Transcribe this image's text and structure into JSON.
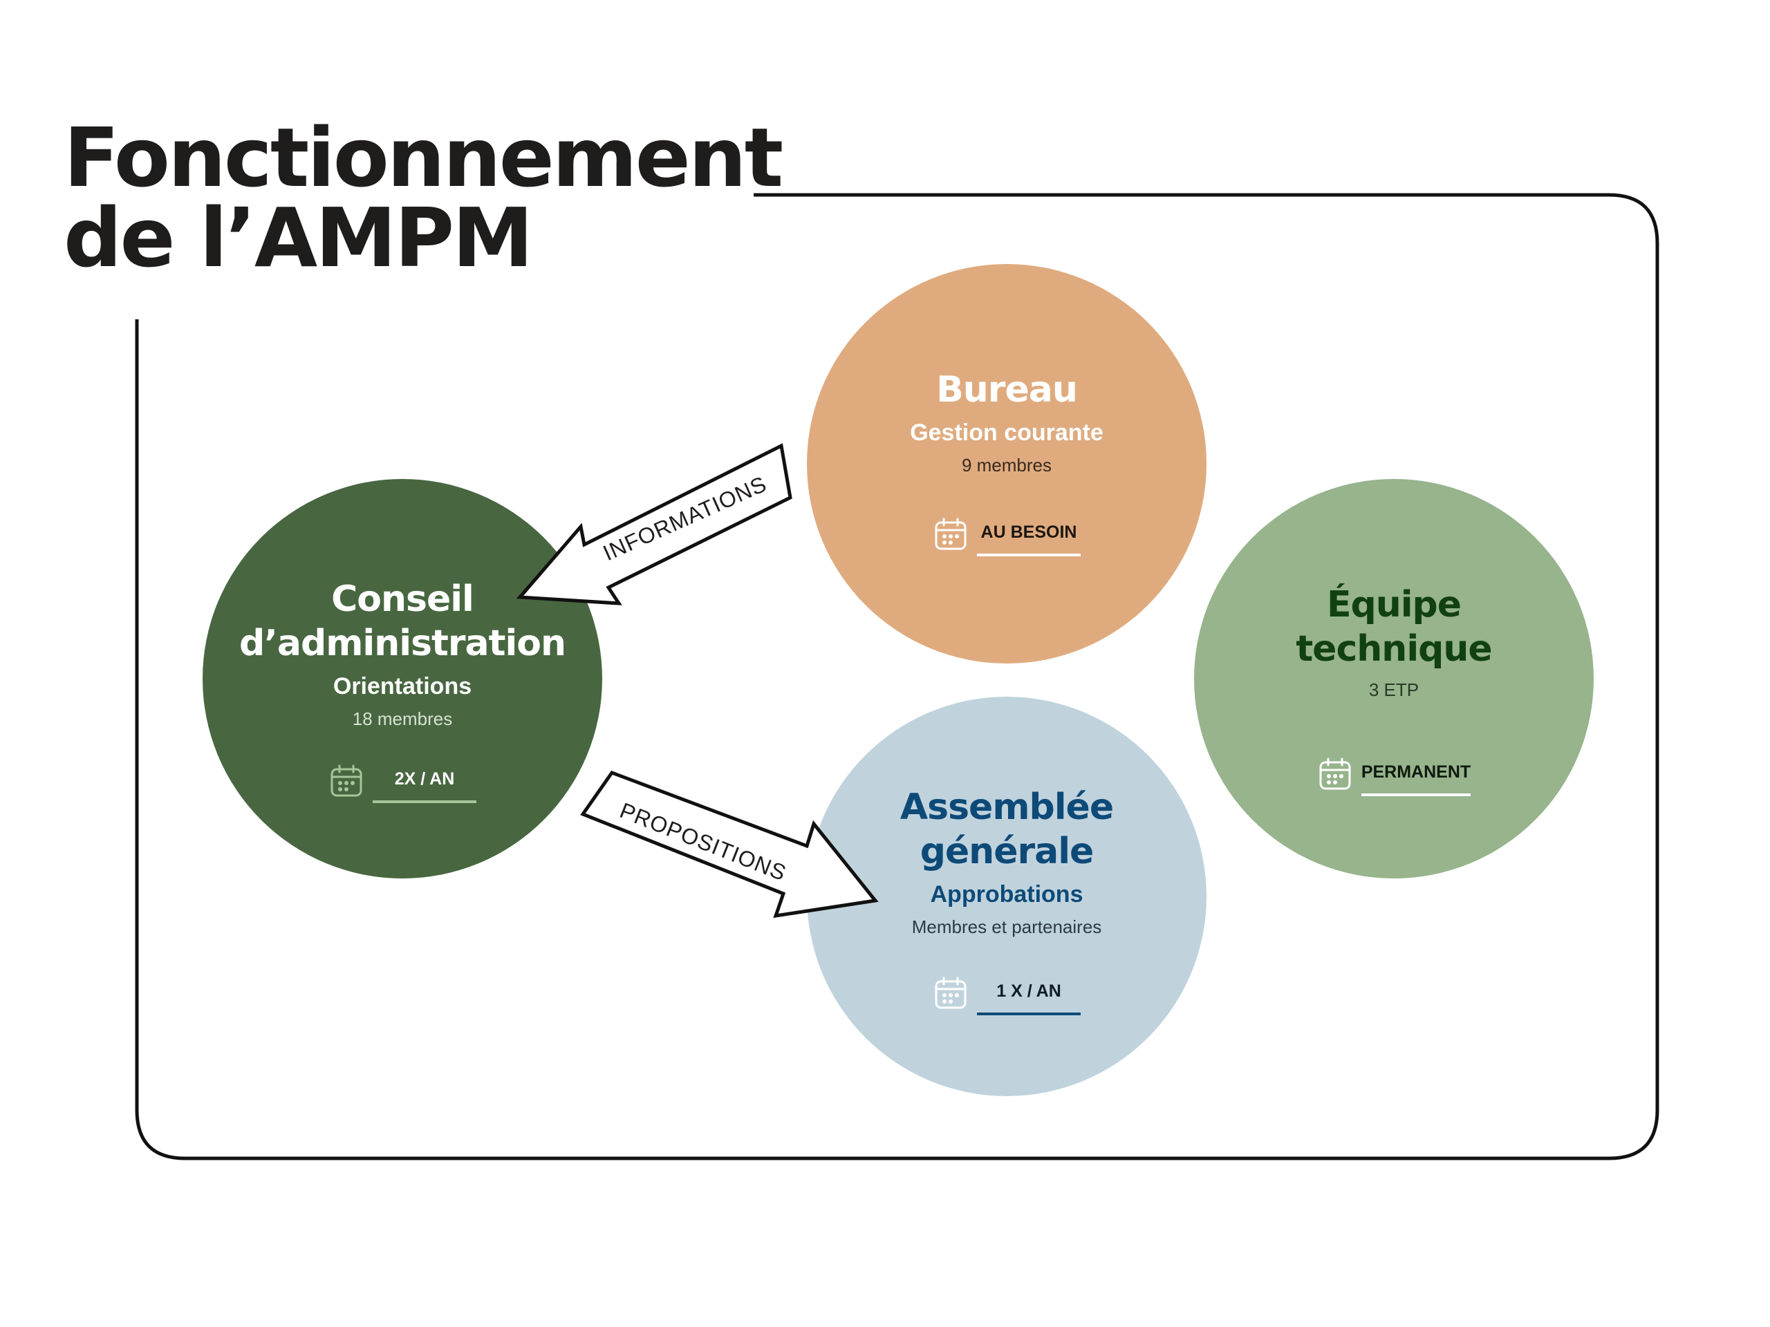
{
  "title": {
    "line1": "Fonctionnement",
    "line2": "de l’AMPM"
  },
  "bodies": {
    "bureau": {
      "name": "Bureau",
      "role": "Gestion courante",
      "detail": "9 membres",
      "frequency": "AU BESOIN",
      "color": "#dfab7e"
    },
    "conseil": {
      "name_line1": "Conseil",
      "name_line2": "d’administration",
      "role": "Orientations",
      "detail": "18 membres",
      "frequency": "2X / AN",
      "color": "#486741"
    },
    "equipe": {
      "name_line1": "Équipe",
      "name_line2": "technique",
      "detail": "3 ETP",
      "frequency": "PERMANENT",
      "color": "#97b48d"
    },
    "assemblee": {
      "name_line1": "Assemblée",
      "name_line2": "générale",
      "role": "Approbations",
      "detail": "Membres et partenaires",
      "frequency": "1 X / AN",
      "color": "#c0d3dd"
    }
  },
  "flows": {
    "informations": "INFORMATIONS",
    "propositions": "PROPOSITIONS"
  },
  "icons": {
    "frequency": "calendar-icon"
  }
}
